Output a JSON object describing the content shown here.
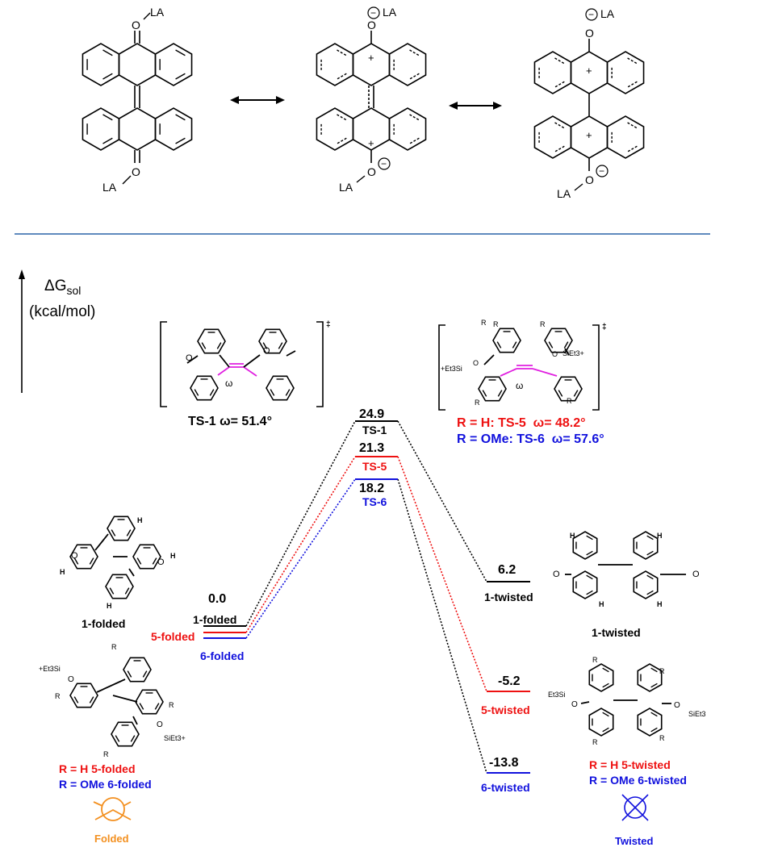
{
  "colors": {
    "black": "#000000",
    "red": "#ee1111",
    "blue": "#1111dd",
    "magenta": "#e020e0",
    "orange": "#f39020",
    "separator": "#2a64a8"
  },
  "resonance": {
    "la": "LA",
    "o": "O",
    "plus": "+",
    "minus": "−"
  },
  "axis": {
    "delta_g": "ΔG",
    "subscript": "sol",
    "units": "(kcal/mol)"
  },
  "ts1": {
    "caption": "TS-1 ω= 51.4°",
    "omega": "ω",
    "dagger": "‡",
    "o": "O"
  },
  "ts56": {
    "caption_5": "R = H: TS-5  ω= 48.2°",
    "caption_6": "R = OMe: TS-6  ω= 57.6°",
    "omega": "ω",
    "dagger": "‡",
    "r": "R",
    "o": "O",
    "si_left": "+Et3Si",
    "si_right": "SiEt3+"
  },
  "levels": {
    "folded": {
      "energy": "0.0",
      "label_1": "1-folded",
      "label_5": "5-folded",
      "label_6": "6-folded"
    },
    "ts1": {
      "energy": "24.9",
      "label": "TS-1"
    },
    "ts5": {
      "energy": "21.3",
      "label": "TS-5"
    },
    "ts6": {
      "energy": "18.2",
      "label": "TS-6"
    },
    "tw1": {
      "energy": "6.2",
      "label": "1-twisted"
    },
    "tw5": {
      "energy": "-5.2",
      "label": "5-twisted"
    },
    "tw6": {
      "energy": "-13.8",
      "label": "6-twisted"
    }
  },
  "structures": {
    "folded1": {
      "caption": "1-folded",
      "h": "H",
      "o": "O"
    },
    "folded56": {
      "caption_5": "R = H 5-folded",
      "caption_6": "R = OMe 6-folded",
      "r": "R",
      "o": "O",
      "si_left": "+Et3Si",
      "si_right": "SiEt3+"
    },
    "folded_symbol": "Folded",
    "twisted1": {
      "caption": "1-twisted",
      "h": "H",
      "o": "O"
    },
    "twisted56": {
      "caption_5": "R = H 5-twisted",
      "caption_6": "R = OMe 6-twisted",
      "r": "R",
      "o": "O",
      "si_left": "Et3Si",
      "si_right": "SiEt3"
    },
    "twisted_symbol": "Twisted"
  }
}
